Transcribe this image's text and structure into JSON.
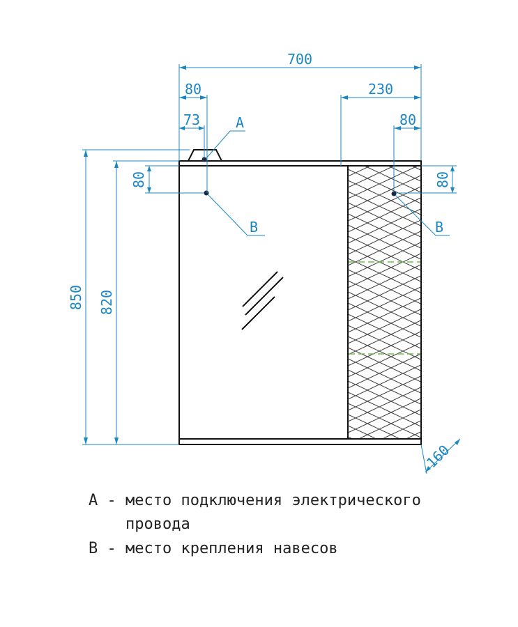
{
  "dimensions": {
    "total_width": "700",
    "left_80": "80",
    "left_73": "73",
    "right_230": "230",
    "right_80_top": "80",
    "height_850": "850",
    "height_820": "820",
    "left_vertical_80": "80",
    "right_vertical_80": "80",
    "depth_160": "160"
  },
  "callouts": {
    "a_top": "A",
    "b_left": "B",
    "b_right": "B"
  },
  "legend": {
    "line1": "А - место подключения электрического",
    "line2": "провода",
    "line3": "В - место крепления навесов"
  },
  "colors": {
    "dimension": "#1a87c2",
    "outline": "#111111",
    "hatch": "#3a3a3a",
    "shelf": "#6abf4b"
  }
}
